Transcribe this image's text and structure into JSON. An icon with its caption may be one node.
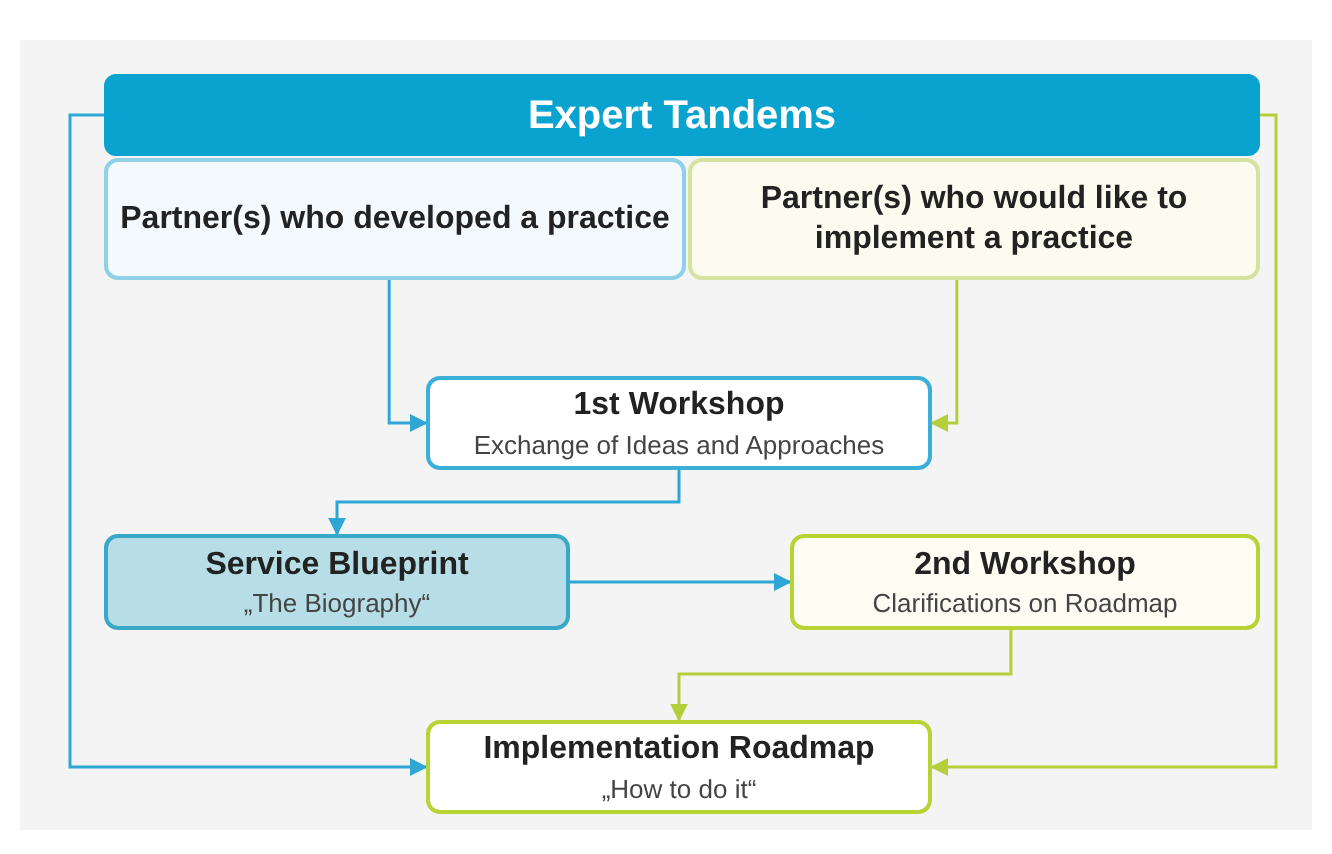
{
  "diagram": {
    "nodes": [
      {
        "text": [
          "Expert Tandems"
        ]
      },
      {
        "text": [
          "Partner(s) who developed a practice"
        ]
      },
      {
        "text": [
          "Partner(s) who would like to implement a practice"
        ]
      },
      {
        "text": [
          "1st Workshop",
          "Exchange of Ideas and Approaches"
        ]
      },
      {
        "text": [
          "Service Blueprint",
          "„The Biography“"
        ]
      },
      {
        "text": [
          "2nd Workshop",
          "Clarifications on Roadmap"
        ]
      },
      {
        "text": [
          "Implementation Roadmap",
          "„How to do it“"
        ]
      }
    ],
    "edges": [
      {
        "from": 0,
        "to": 6,
        "arrow": "to"
      },
      {
        "from": 0,
        "to": 6,
        "arrow": "to",
        "color": "#b5cf3a"
      },
      {
        "from": 1,
        "to": 3,
        "arrow": "to"
      },
      {
        "from": 2,
        "to": 3,
        "arrow": "to",
        "color": "#b5cf3a"
      },
      {
        "from": 3,
        "to": 4,
        "arrow": "to"
      },
      {
        "from": 4,
        "to": 5,
        "arrow": "to"
      },
      {
        "from": 5,
        "to": 6,
        "arrow": "to",
        "color": "#b5cf3a"
      }
    ]
  }
}
